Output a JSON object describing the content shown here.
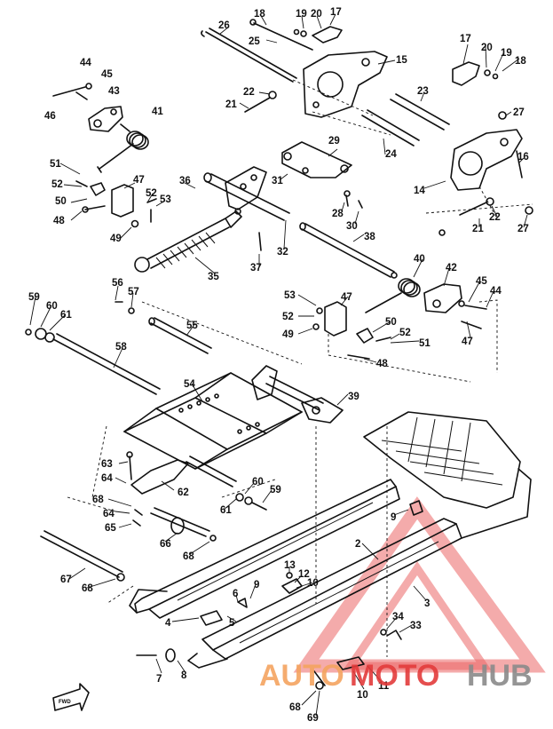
{
  "diagram": {
    "callouts": [
      {
        "id": "18a",
        "text": "18"
      },
      {
        "id": "19a",
        "text": "19"
      },
      {
        "id": "20a",
        "text": "20"
      },
      {
        "id": "17a",
        "text": "17"
      },
      {
        "id": "26",
        "text": "26"
      },
      {
        "id": "25",
        "text": "25"
      },
      {
        "id": "17b",
        "text": "17"
      },
      {
        "id": "20b",
        "text": "20"
      },
      {
        "id": "19b",
        "text": "19"
      },
      {
        "id": "18b",
        "text": "18"
      },
      {
        "id": "15",
        "text": "15"
      },
      {
        "id": "44a",
        "text": "44"
      },
      {
        "id": "45a",
        "text": "45"
      },
      {
        "id": "43",
        "text": "43"
      },
      {
        "id": "46",
        "text": "46"
      },
      {
        "id": "22a",
        "text": "22"
      },
      {
        "id": "21a",
        "text": "21"
      },
      {
        "id": "23",
        "text": "23"
      },
      {
        "id": "27a",
        "text": "27"
      },
      {
        "id": "41",
        "text": "41"
      },
      {
        "id": "24",
        "text": "24"
      },
      {
        "id": "29",
        "text": "29"
      },
      {
        "id": "16",
        "text": "16"
      },
      {
        "id": "51a",
        "text": "51"
      },
      {
        "id": "52a",
        "text": "52"
      },
      {
        "id": "47a",
        "text": "47"
      },
      {
        "id": "50a",
        "text": "50"
      },
      {
        "id": "36",
        "text": "36"
      },
      {
        "id": "31",
        "text": "31"
      },
      {
        "id": "14",
        "text": "14"
      },
      {
        "id": "52b",
        "text": "52"
      },
      {
        "id": "53a",
        "text": "53"
      },
      {
        "id": "48a",
        "text": "48"
      },
      {
        "id": "28",
        "text": "28"
      },
      {
        "id": "30",
        "text": "30"
      },
      {
        "id": "22b",
        "text": "22"
      },
      {
        "id": "21b",
        "text": "21"
      },
      {
        "id": "27b",
        "text": "27"
      },
      {
        "id": "49a",
        "text": "49"
      },
      {
        "id": "32",
        "text": "32"
      },
      {
        "id": "38",
        "text": "38"
      },
      {
        "id": "37",
        "text": "37"
      },
      {
        "id": "35",
        "text": "35"
      },
      {
        "id": "40",
        "text": "40"
      },
      {
        "id": "42",
        "text": "42"
      },
      {
        "id": "45b",
        "text": "45"
      },
      {
        "id": "44b",
        "text": "44"
      },
      {
        "id": "56",
        "text": "56"
      },
      {
        "id": "57",
        "text": "57"
      },
      {
        "id": "53b",
        "text": "53"
      },
      {
        "id": "47b",
        "text": "47"
      },
      {
        "id": "59a",
        "text": "59"
      },
      {
        "id": "60a",
        "text": "60"
      },
      {
        "id": "61a",
        "text": "61"
      },
      {
        "id": "52c",
        "text": "52"
      },
      {
        "id": "49b",
        "text": "49"
      },
      {
        "id": "50b",
        "text": "50"
      },
      {
        "id": "52d",
        "text": "52"
      },
      {
        "id": "51b",
        "text": "51"
      },
      {
        "id": "47c",
        "text": "47"
      },
      {
        "id": "55",
        "text": "55"
      },
      {
        "id": "58",
        "text": "58"
      },
      {
        "id": "48b",
        "text": "48"
      },
      {
        "id": "54",
        "text": "54"
      },
      {
        "id": "39",
        "text": "39"
      },
      {
        "id": "63",
        "text": "63"
      },
      {
        "id": "64a",
        "text": "64"
      },
      {
        "id": "68a",
        "text": "68"
      },
      {
        "id": "62",
        "text": "62"
      },
      {
        "id": "60b",
        "text": "60"
      },
      {
        "id": "59b",
        "text": "59"
      },
      {
        "id": "64b",
        "text": "64"
      },
      {
        "id": "61b",
        "text": "61"
      },
      {
        "id": "65",
        "text": "65"
      },
      {
        "id": "66",
        "text": "66"
      },
      {
        "id": "68b",
        "text": "68"
      },
      {
        "id": "9a",
        "text": "9"
      },
      {
        "id": "2",
        "text": "2"
      },
      {
        "id": "67",
        "text": "67"
      },
      {
        "id": "68c",
        "text": "68"
      },
      {
        "id": "13",
        "text": "13"
      },
      {
        "id": "12",
        "text": "12"
      },
      {
        "id": "10a",
        "text": "10"
      },
      {
        "id": "3",
        "text": "3"
      },
      {
        "id": "6",
        "text": "6"
      },
      {
        "id": "9b",
        "text": "9"
      },
      {
        "id": "4",
        "text": "4"
      },
      {
        "id": "5",
        "text": "5"
      },
      {
        "id": "34",
        "text": "34"
      },
      {
        "id": "33",
        "text": "33"
      },
      {
        "id": "7",
        "text": "7"
      },
      {
        "id": "8",
        "text": "8"
      },
      {
        "id": "10b",
        "text": "10"
      },
      {
        "id": "11",
        "text": "11"
      },
      {
        "id": "68d",
        "text": "68"
      },
      {
        "id": "69",
        "text": "69"
      }
    ],
    "fwd_label": "FWD"
  },
  "watermark": {
    "text_a": "AUTO",
    "text_b": "MOTO",
    "text_c": "HUB",
    "colors": {
      "orange": "#f4a460",
      "red": "#e33b3b",
      "grey": "#8a8a8a",
      "triangle": "#e84a4a"
    }
  }
}
